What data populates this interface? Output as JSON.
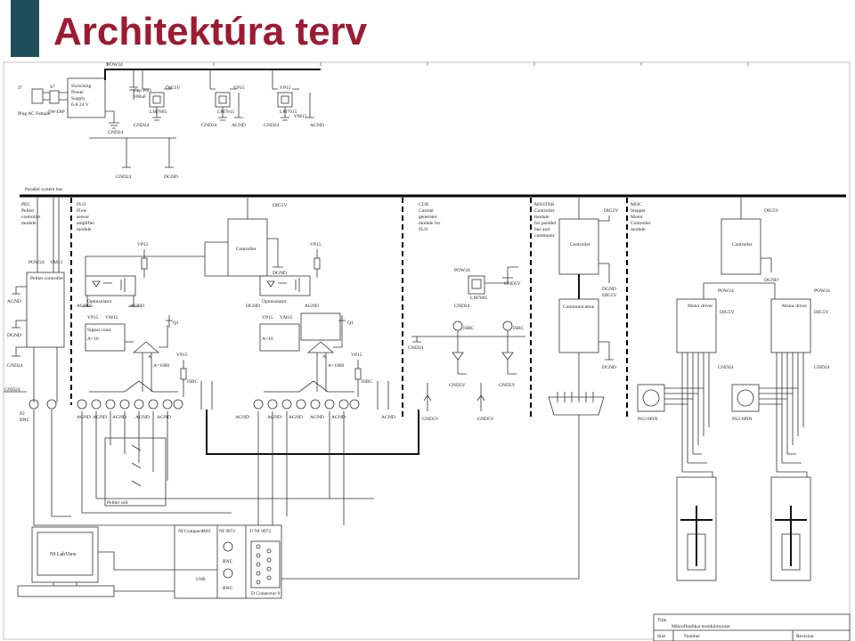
{
  "slide": {
    "title": "Architektúra terv",
    "accent_color": "#1f4e5a",
    "title_color": "#9c1b33"
  },
  "power": {
    "jack": "J7",
    "plug": "Plug AC Female",
    "switch": "S7",
    "switch_part": "SW-DIP",
    "psu_l1": "Switching",
    "psu_l2": "Power",
    "psu_l3": "Supply",
    "psu_l4": "6 A 24 V",
    "cap": "Cap Pol1",
    "cap_val": "100uF",
    "reg": "LM7805",
    "reg2": "LM7815",
    "reg3": "LM7915",
    "rail_pow24": "POW24",
    "rail_dig5v": "DIG5V",
    "rail_vp15": "VP15",
    "rail_vm15": "VM15",
    "gnd24": "GND24",
    "agnd": "AGND",
    "dgnd": "DGND"
  },
  "bus": {
    "label": "Parallel system bus"
  },
  "modules": {
    "pec_l1": "PEC",
    "pec_l2": "Peltier",
    "pec_l3": "controller",
    "pec_l4": "module",
    "flo_l1": "FLO",
    "flo_l2": "Flow",
    "flo_l3": "sensor",
    "flo_l4": "amplifier",
    "flo_l5": "module",
    "cur_l1": "CUR",
    "cur_l2": "Current",
    "cur_l3": "generator",
    "cur_l4": "module for",
    "cur_l5": "FLO",
    "mas_l1": "MASTER",
    "mas_l2": "Controller",
    "mas_l3": "module",
    "mas_l4": "for parallel",
    "mas_l5": "bus and",
    "mas_l6": "communic",
    "moc_l1": "MOC",
    "moc_l2": "Stepper",
    "moc_l3": "Motor",
    "moc_l4": "Controller",
    "moc_l5": "module"
  },
  "blocks": {
    "peltier_controller": "Peltier controller",
    "controller": "Controller",
    "optoisolator": "Optoisolator",
    "signal_cond": "Signal cond.",
    "gain": "A=10",
    "amp_label": "A",
    "amp_gain": "A=1000",
    "transistor": "Q1",
    "communication": "Communication",
    "motor_driver": "Motor driver",
    "peltier_cell": "Peltier cell",
    "ps2": "PS2-6PIN",
    "gnd5v": "GND5V",
    "isrc": "ISRC",
    "bnc": "BNC",
    "p_connector": "P2"
  },
  "ni": {
    "compactrio": "NI CompactRIO",
    "labview": "NI LabView",
    "module1": "NI 9072",
    "module2": "J? NI 9072",
    "usb": "USB",
    "bnc": "BNC",
    "dconn": "D Connector 9"
  },
  "titleblock": {
    "title_label": "Title",
    "title_value": "Mikrofluidikai tesztkörnyezet",
    "size_label": "Size",
    "number_label": "Number",
    "revision_label": "Revision"
  }
}
